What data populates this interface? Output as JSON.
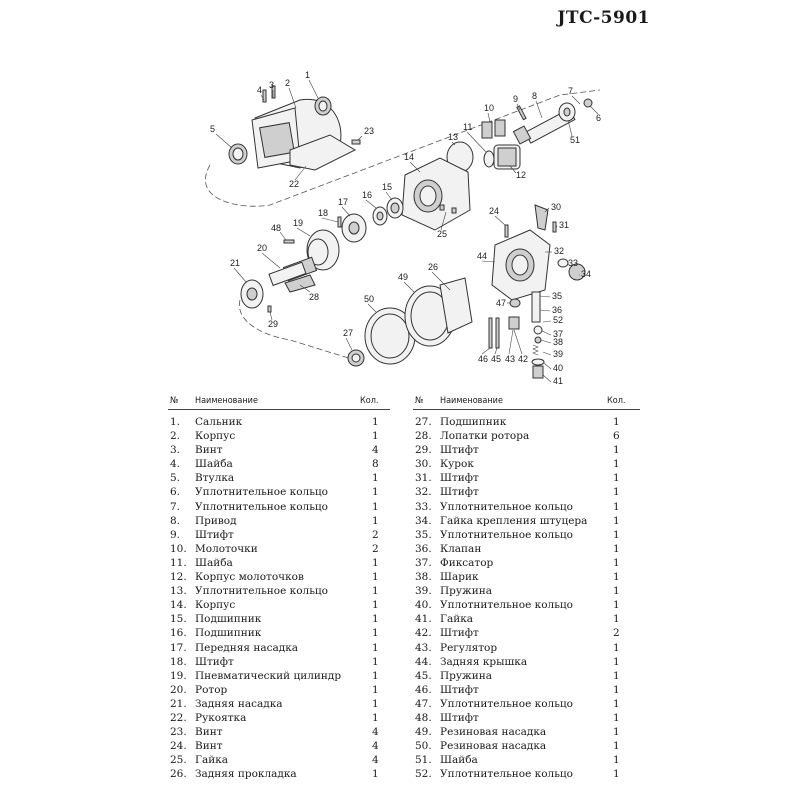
{
  "model": "JTC-5901",
  "diagram": {
    "labels": [
      "1",
      "2",
      "3",
      "4",
      "5",
      "6",
      "7",
      "8",
      "9",
      "10",
      "11",
      "12",
      "13",
      "14",
      "15",
      "16",
      "17",
      "18",
      "19",
      "20",
      "21",
      "22",
      "23",
      "24",
      "25",
      "26",
      "27",
      "28",
      "29",
      "30",
      "31",
      "32",
      "33",
      "34",
      "35",
      "36",
      "37",
      "38",
      "39",
      "40",
      "41",
      "42",
      "43",
      "44",
      "45",
      "46",
      "47",
      "48",
      "49",
      "50",
      "51",
      "52"
    ]
  },
  "table_headers": {
    "num": "№",
    "name": "Наименование",
    "qty": "Кол."
  },
  "parts_left": [
    {
      "num": "1.",
      "name": "Сальник",
      "qty": "1"
    },
    {
      "num": "2.",
      "name": "Корпус",
      "qty": "1"
    },
    {
      "num": "3.",
      "name": "Винт",
      "qty": "4"
    },
    {
      "num": "4.",
      "name": "Шайба",
      "qty": "8"
    },
    {
      "num": "5.",
      "name": "Втулка",
      "qty": "1"
    },
    {
      "num": "6.",
      "name": "Уплотнительное кольцо",
      "qty": "1"
    },
    {
      "num": "7.",
      "name": "Уплотнительное кольцо",
      "qty": "1"
    },
    {
      "num": "8.",
      "name": "Привод",
      "qty": "1"
    },
    {
      "num": "9.",
      "name": "Штифт",
      "qty": "2"
    },
    {
      "num": "10.",
      "name": "Молоточки",
      "qty": "2"
    },
    {
      "num": "11.",
      "name": "Шайба",
      "qty": "1"
    },
    {
      "num": "12.",
      "name": "Корпус молоточков",
      "qty": "1"
    },
    {
      "num": "13.",
      "name": "Уплотнительное кольцо",
      "qty": "1"
    },
    {
      "num": "14.",
      "name": "Корпус",
      "qty": "1"
    },
    {
      "num": "15.",
      "name": "Подшипник",
      "qty": "1"
    },
    {
      "num": "16.",
      "name": "Подшипник",
      "qty": "1"
    },
    {
      "num": "17.",
      "name": "Передняя насадка",
      "qty": "1"
    },
    {
      "num": "18.",
      "name": "Штифт",
      "qty": "1"
    },
    {
      "num": "19.",
      "name": "Пневматический цилиндр",
      "qty": "1"
    },
    {
      "num": "20.",
      "name": "Ротор",
      "qty": "1"
    },
    {
      "num": "21.",
      "name": "Задняя насадка",
      "qty": "1"
    },
    {
      "num": "22.",
      "name": "Рукоятка",
      "qty": "1"
    },
    {
      "num": "23.",
      "name": "Винт",
      "qty": "4"
    },
    {
      "num": "24.",
      "name": "Винт",
      "qty": "4"
    },
    {
      "num": "25.",
      "name": "Гайка",
      "qty": "4"
    },
    {
      "num": "26.",
      "name": "Задняя прокладка",
      "qty": "1"
    }
  ],
  "parts_right": [
    {
      "num": "27.",
      "name": "Подшипник",
      "qty": "1"
    },
    {
      "num": "28.",
      "name": "Лопатки ротора",
      "qty": "6"
    },
    {
      "num": "29.",
      "name": "Штифт",
      "qty": "1"
    },
    {
      "num": "30.",
      "name": "Курок",
      "qty": "1"
    },
    {
      "num": "31.",
      "name": "Штифт",
      "qty": "1"
    },
    {
      "num": "32.",
      "name": "Штифт",
      "qty": "1"
    },
    {
      "num": "33.",
      "name": "Уплотнительное кольцо",
      "qty": "1"
    },
    {
      "num": "34.",
      "name": "Гайка крепления штуцера",
      "qty": "1"
    },
    {
      "num": "35.",
      "name": "Уплотнительное кольцо",
      "qty": "1"
    },
    {
      "num": "36.",
      "name": "Клапан",
      "qty": "1"
    },
    {
      "num": "37.",
      "name": "Фиксатор",
      "qty": "1"
    },
    {
      "num": "38.",
      "name": "Шарик",
      "qty": "1"
    },
    {
      "num": "39.",
      "name": "Пружина",
      "qty": "1"
    },
    {
      "num": "40.",
      "name": "Уплотнительное кольцо",
      "qty": "1"
    },
    {
      "num": "41.",
      "name": "Гайка",
      "qty": "1"
    },
    {
      "num": "42.",
      "name": "Штифт",
      "qty": "2"
    },
    {
      "num": "43.",
      "name": "Регулятор",
      "qty": "1"
    },
    {
      "num": "44.",
      "name": "Задняя крышка",
      "qty": "1"
    },
    {
      "num": "45.",
      "name": "Пружина",
      "qty": "1"
    },
    {
      "num": "46.",
      "name": "Штифт",
      "qty": "1"
    },
    {
      "num": "47.",
      "name": "Уплотнительное кольцо",
      "qty": "1"
    },
    {
      "num": "48.",
      "name": "Штифт",
      "qty": "1"
    },
    {
      "num": "49.",
      "name": "Резиновая насадка",
      "qty": "1"
    },
    {
      "num": "50.",
      "name": "Резиновая насадка",
      "qty": "1"
    },
    {
      "num": "51.",
      "name": "Шайба",
      "qty": "1"
    },
    {
      "num": "52.",
      "name": "Уплотнительное кольцо",
      "qty": "1"
    }
  ]
}
